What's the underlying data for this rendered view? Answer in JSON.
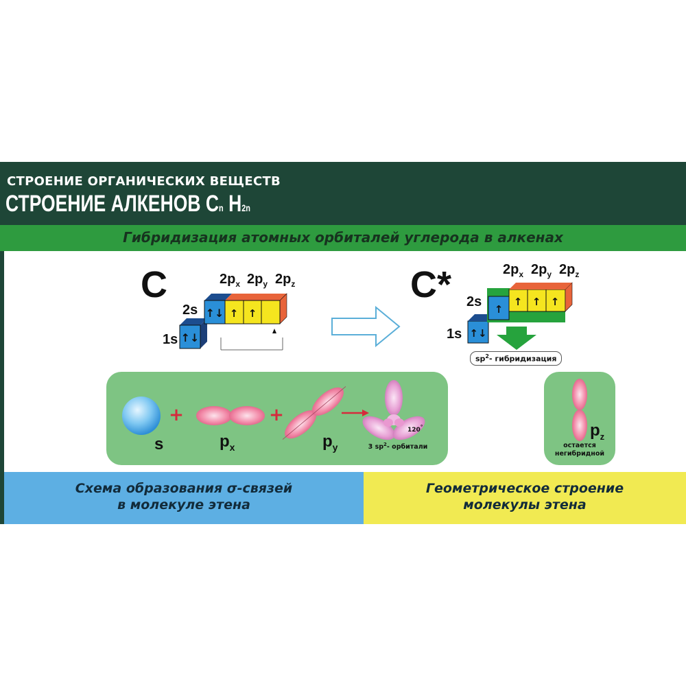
{
  "header": {
    "supertitle": "СТРОЕНИЕ ОРГАНИЧЕСКИХ ВЕЩЕСТВ",
    "title": "СТРОЕНИЕ АЛКЕНОВ C",
    "formula_n": "n",
    "formula_h": " H",
    "formula_2n": "2n"
  },
  "section_bar": "Гибридизация атомных орбиталей углерода в алкенах",
  "left_atom": {
    "symbol": "C",
    "levels": {
      "s1": "1s",
      "s2": "2s",
      "px": "2p",
      "px_sub": "x",
      "py": "2p",
      "py_sub": "y",
      "pz": "2p",
      "pz_sub": "z"
    }
  },
  "right_atom": {
    "symbol": "C*",
    "levels": {
      "s1": "1s",
      "s2": "2s",
      "px": "2p",
      "px_sub": "x",
      "py": "2p",
      "py_sub": "y",
      "pz": "2p",
      "pz_sub": "z"
    },
    "hybrid_tag": "- гибридизация",
    "hybrid_prefix": "sp",
    "hybrid_sup": "2"
  },
  "orbitals_panel": {
    "s_label": "s",
    "px_label": "p",
    "px_sub": "x",
    "py_label": "p",
    "py_sub": "y",
    "angle_label": "120",
    "hybrid_note_prefix": "3 sp",
    "hybrid_note_sup": "2",
    "hybrid_note_suffix": "- орбитали"
  },
  "pz_panel": {
    "label": "p",
    "label_sub": "z",
    "note_line1": "остается",
    "note_line2": "негибридной"
  },
  "bottom": {
    "left_line1": "Схема образования σ-связей",
    "left_line2": "в молекуле этена",
    "right_line1": "Геометрическое строение",
    "right_line2": "молекулы этена"
  },
  "colors": {
    "header": "#1e4637",
    "bar": "#2e9b3f",
    "panel": "#7ec483",
    "box_blue": "#2a8fd8",
    "box_yellow": "#f5e51f",
    "box_orange": "#e8643a",
    "box_green": "#26a33d",
    "lobe_pink": "#f07fa0",
    "band_blue": "#5dafe3",
    "band_yellow": "#f1ea52"
  }
}
